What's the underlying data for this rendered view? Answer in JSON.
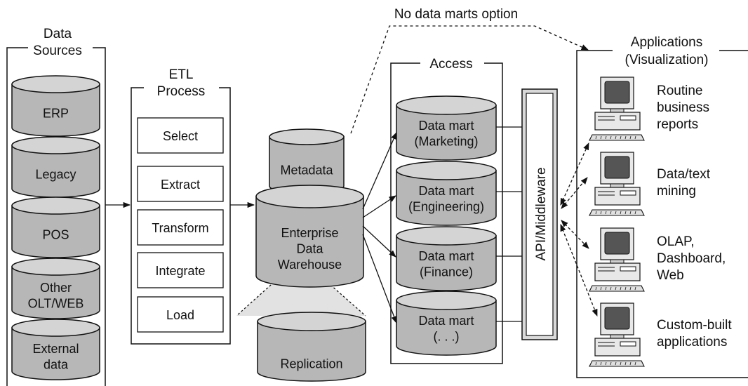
{
  "top_note": "No data marts option",
  "sources": {
    "title_lines": [
      "Data",
      "Sources"
    ],
    "items": [
      {
        "lines": [
          "ERP"
        ]
      },
      {
        "lines": [
          "Legacy"
        ]
      },
      {
        "lines": [
          "POS"
        ]
      },
      {
        "lines": [
          "Other",
          "OLT/WEB"
        ]
      },
      {
        "lines": [
          "External",
          "data"
        ]
      }
    ]
  },
  "etl": {
    "title_lines": [
      "ETL",
      "Process"
    ],
    "steps": [
      "Select",
      "Extract",
      "Transform",
      "Integrate",
      "Load"
    ]
  },
  "warehouse": {
    "metadata": "Metadata",
    "edw_lines": [
      "Enterprise",
      "Data",
      "Warehouse"
    ],
    "replication": "Replication"
  },
  "access": {
    "title": "Access",
    "marts": [
      {
        "lines": [
          "Data mart",
          "(Marketing)"
        ]
      },
      {
        "lines": [
          "Data mart",
          "(Engineering)"
        ]
      },
      {
        "lines": [
          "Data mart",
          "(Finance)"
        ]
      },
      {
        "lines": [
          "Data mart",
          "(. . .)"
        ]
      }
    ],
    "middleware": "API/Middleware"
  },
  "applications": {
    "title_lines": [
      "Applications",
      "(Visualization)"
    ],
    "items": [
      {
        "lines": [
          "Routine",
          "business",
          "reports"
        ],
        "icon": "computer-icon"
      },
      {
        "lines": [
          "Data/text",
          "mining"
        ],
        "icon": "computer-icon"
      },
      {
        "lines": [
          "OLAP,",
          "Dashboard,",
          "Web"
        ],
        "icon": "computer-icon"
      },
      {
        "lines": [
          "Custom-built",
          "applications"
        ],
        "icon": "computer-icon"
      }
    ]
  },
  "colors": {
    "cylinder_fill": "#b7b7b7",
    "cylinder_top": "#d4d4d4",
    "stroke": "#111111",
    "cone_fill": "#e2e2e2",
    "screen": "#555555"
  }
}
